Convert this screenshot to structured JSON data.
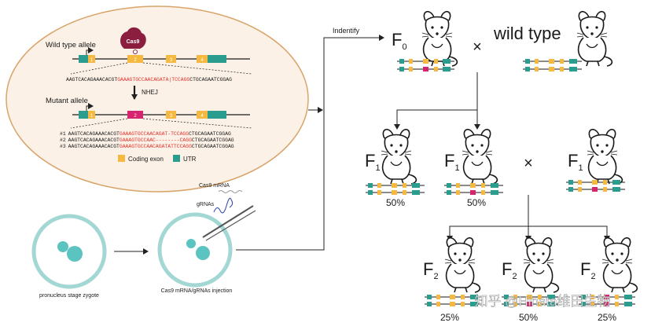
{
  "colors": {
    "coding_exon": "#f5b942",
    "utr": "#2a9d8f",
    "mutant_exon": "#d6246e",
    "cas9": "#8b1e3f",
    "ellipse_fill": "#fbf1e6",
    "ellipse_stroke": "#d8a46a",
    "zygote": "#5cc4c0",
    "zygote_ring": "#a3d7d4",
    "red_seq": "#e6322e"
  },
  "gene_panel": {
    "wild_type_label": "Wild type allele",
    "cas9_label": "Cas9",
    "wt_exons": [
      "1",
      "2",
      "3",
      "4"
    ],
    "wt_seq_black1": "AAGTCACAGAAACACGT",
    "wt_seq_red": "GAAAGTGCCAACAGATA|TCCAGG",
    "wt_seq_black2": "CTGCAGAATCGGAG",
    "nhej_label": "NHEJ",
    "mutant_label": "Mutant allele",
    "mut_exons": [
      "1",
      "2",
      "3",
      "4"
    ],
    "mut_seqs": [
      {
        "num": "#1",
        "black1": "AAGTCACAGAAACACGT",
        "red": "GAAAGTGCCAACAGAT-TCCAGG",
        "black2": "CTGCAGAATCGGAG"
      },
      {
        "num": "#2",
        "black1": "AAGTCACAGAAACACGT",
        "red": "GAAAGTGCCAAC--------CAGG",
        "black2": "CTGCAGAATCGGAG"
      },
      {
        "num": "#3",
        "black1": "AAGTCACAGAAACACGT",
        "red": "GAAAGTGCCAACAGATATTCCAGG",
        "black2": "CTGCAGAATCGGAG"
      }
    ],
    "legend_coding": "Coding exon",
    "legend_utr": "UTR"
  },
  "injection": {
    "cas9_mrna": "Cas9 mRNA",
    "grnas": "gRNAs",
    "zygote_label": "pronucleus stage zygote",
    "injection_label": "Cas9 mRNA/gRNAs injection"
  },
  "breeding": {
    "indentify": "Indentify",
    "F": "F",
    "sub0": "0",
    "sub1": "1",
    "sub2": "2",
    "cross": "×",
    "wild_type": "wild type",
    "f1_pcts": [
      "50%",
      "50%"
    ],
    "f2_pcts": [
      "25%",
      "50%",
      "25%"
    ]
  },
  "watermark": "知乎 @Hinata维田生物"
}
